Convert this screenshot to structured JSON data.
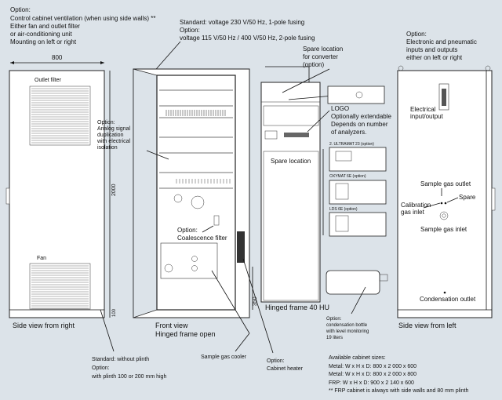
{
  "colors": {
    "background": "#dce3e9",
    "cabinet": "#ffffff",
    "line": "#111111"
  },
  "top_left": [
    "Option:",
    "Control cabinet ventilation (when using side walls) **",
    "Either fan and outlet filter",
    "or air-conditioning unit",
    "Mounting on left or right"
  ],
  "voltage": [
    "Standard: voltage 230 V/50 Hz, 1-pole fusing",
    "Option:",
    "voltage 115 V/50 Hz / 400 V/50 Hz, 2-pole fusing"
  ],
  "dimensions": {
    "width": "800",
    "height": "2000",
    "plinth": "100",
    "hinge": "350"
  },
  "side_right": {
    "outlet_filter": "Outlet filter",
    "fan": "Fan",
    "caption": "Side view from right"
  },
  "analog": [
    "Option:",
    "Analog signal",
    "duplication",
    "with electrical",
    "isolation"
  ],
  "coalescence": [
    "Option:",
    "Coalescence filter"
  ],
  "front": {
    "caption": [
      "Front view",
      "Hinged frame open"
    ]
  },
  "converter": [
    "Spare location",
    "for converter",
    "(option)"
  ],
  "logo": [
    "LOGO",
    "Optionally extendable",
    "Depends on number",
    "of analyzers."
  ],
  "spare_location": "Spare location",
  "modules": {
    "ultramat": "2. ULTRAMAT 23  (option)",
    "oxymat": "OXYMAT 6E  (option)",
    "lds": "LDS 6E  (option)"
  },
  "hinged_frame": "Hinged frame 40 HU",
  "bottle": [
    "Option:",
    "condensation bottle",
    "with level monitoring",
    "19 liters"
  ],
  "side_left": {
    "top": [
      "Option:",
      "Electronic and pneumatic",
      "inputs and outputs",
      "either on left or right"
    ],
    "electrical": [
      "Electrical",
      "input/output"
    ],
    "sample_gas_outlet": "Sample gas outlet",
    "spare": "Spare",
    "calibration": [
      "Calibration",
      "gas inlet"
    ],
    "sample_gas_inlet": "Sample gas inlet",
    "condensation_outlet": "Condensation outlet",
    "caption": "Side view from left"
  },
  "plinth": [
    "Standard: without plinth",
    "Option:",
    "with plinth 100 or 200 mm high"
  ],
  "cooler": "Sample gas cooler",
  "heater": [
    "Option:",
    "Cabinet heater"
  ],
  "sizes": [
    "Available cabinet sizes:",
    "Metal:  W x H x D: 800 x 2 000 x 600",
    "Metal:  W x H x D: 800 x 2 000 x 800",
    "FRP:   W x H x D: 900 x 2 140 x 600",
    "** FRP cabinet is always with side walls and 80 mm plinth"
  ]
}
